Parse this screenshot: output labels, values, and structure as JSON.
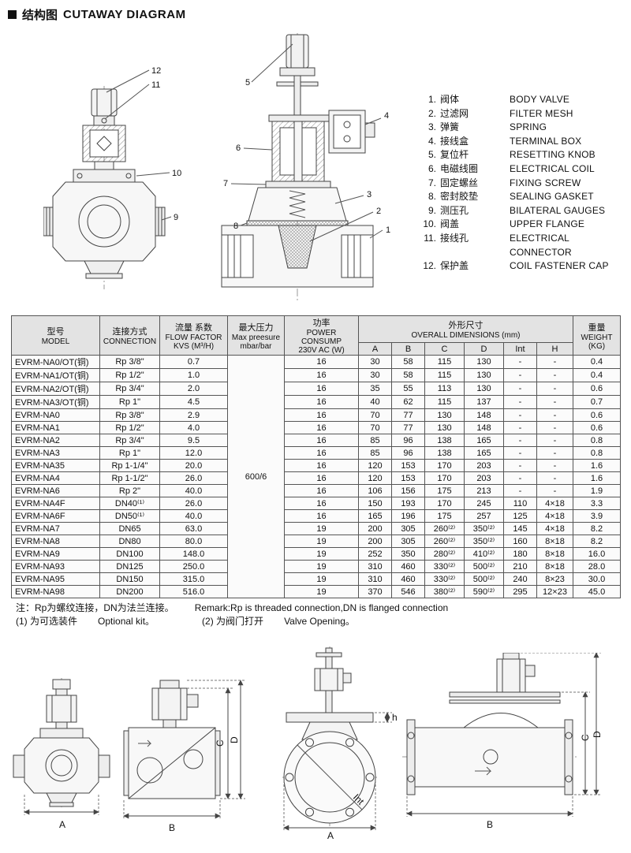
{
  "page": {
    "title_zh": "结构图",
    "title_en": "CUTAWAY DIAGRAM"
  },
  "diagram": {
    "left_callouts": [
      "12",
      "11",
      "10",
      "9"
    ],
    "right_callouts": [
      "5",
      "4",
      "6",
      "7",
      "3",
      "2",
      "8",
      "1"
    ]
  },
  "parts_list": [
    {
      "num": "1.",
      "zh": "阀体",
      "en": "BODY VALVE"
    },
    {
      "num": "2.",
      "zh": "过滤网",
      "en": "FILTER MESH"
    },
    {
      "num": "3.",
      "zh": "弹簧",
      "en": "SPRING"
    },
    {
      "num": "4.",
      "zh": "接线盒",
      "en": "TERMINAL BOX"
    },
    {
      "num": "5.",
      "zh": "复位杆",
      "en": "RESETTING KNOB"
    },
    {
      "num": "6.",
      "zh": "电磁线圈",
      "en": "ELECTRICAL COIL"
    },
    {
      "num": "7.",
      "zh": "固定螺丝",
      "en": "FIXING SCREW"
    },
    {
      "num": "8.",
      "zh": "密封胶垫",
      "en": "SEALING GASKET"
    },
    {
      "num": "9.",
      "zh": "测压孔",
      "en": "BILATERAL GAUGES"
    },
    {
      "num": "10.",
      "zh": "阀盖",
      "en": "UPPER FLANGE"
    },
    {
      "num": "11.",
      "zh": "接线孔",
      "en": "ELECTRICAL CONNECTOR"
    },
    {
      "num": "12.",
      "zh": "保护盖",
      "en": "COIL FASTENER CAP"
    }
  ],
  "table": {
    "header": {
      "model_zh": "型号",
      "model_en": "MODEL",
      "conn_zh": "连接方式",
      "conn_en": "CONNECTION",
      "flow_zh": "流量 系数",
      "flow_en1": "FLOW FACTOR",
      "flow_en2": "KVS (M³/H)",
      "press_zh": "最大压力",
      "press_en1": "Max preesure",
      "press_en2": "mbar/bar",
      "power_zh": "功率",
      "power_en1": "POWER CONSUMP",
      "power_en2": "230V AC (W)",
      "dims_zh": "外形尺寸",
      "dims_en": "OVERALL DIMENSIONS (mm)",
      "dim_cols": [
        "A",
        "B",
        "C",
        "D",
        "Int",
        "H"
      ],
      "weight_zh": "重量",
      "weight_en": "WEIGHT",
      "weight_unit": "(KG)"
    },
    "max_pressure": "600/6",
    "rows": [
      {
        "model": "EVRM-NA0/OT(铜)",
        "conn": "Rp 3/8\"",
        "kvs": "0.7",
        "power": "16",
        "A": "30",
        "B": "58",
        "C": "115",
        "D": "130",
        "Int": "-",
        "H": "-",
        "wt": "0.4"
      },
      {
        "model": "EVRM-NA1/OT(铜)",
        "conn": "Rp 1/2\"",
        "kvs": "1.0",
        "power": "16",
        "A": "30",
        "B": "58",
        "C": "115",
        "D": "130",
        "Int": "-",
        "H": "-",
        "wt": "0.4"
      },
      {
        "model": "EVRM-NA2/OT(铜)",
        "conn": "Rp 3/4\"",
        "kvs": "2.0",
        "power": "16",
        "A": "35",
        "B": "55",
        "C": "113",
        "D": "130",
        "Int": "-",
        "H": "-",
        "wt": "0.6"
      },
      {
        "model": "EVRM-NA3/OT(铜)",
        "conn": "Rp 1\"",
        "kvs": "4.5",
        "power": "16",
        "A": "40",
        "B": "62",
        "C": "115",
        "D": "137",
        "Int": "-",
        "H": "-",
        "wt": "0.7"
      },
      {
        "model": "EVRM-NA0",
        "conn": "Rp 3/8\"",
        "kvs": "2.9",
        "power": "16",
        "A": "70",
        "B": "77",
        "C": "130",
        "D": "148",
        "Int": "-",
        "H": "-",
        "wt": "0.6"
      },
      {
        "model": "EVRM-NA1",
        "conn": "Rp 1/2\"",
        "kvs": "4.0",
        "power": "16",
        "A": "70",
        "B": "77",
        "C": "130",
        "D": "148",
        "Int": "-",
        "H": "-",
        "wt": "0.6"
      },
      {
        "model": "EVRM-NA2",
        "conn": "Rp 3/4\"",
        "kvs": "9.5",
        "power": "16",
        "A": "85",
        "B": "96",
        "C": "138",
        "D": "165",
        "Int": "-",
        "H": "-",
        "wt": "0.8"
      },
      {
        "model": "EVRM-NA3",
        "conn": "Rp 1\"",
        "kvs": "12.0",
        "power": "16",
        "A": "85",
        "B": "96",
        "C": "138",
        "D": "165",
        "Int": "-",
        "H": "-",
        "wt": "0.8"
      },
      {
        "model": "EVRM-NA35",
        "conn": "Rp 1-1/4\"",
        "kvs": "20.0",
        "power": "16",
        "A": "120",
        "B": "153",
        "C": "170",
        "D": "203",
        "Int": "-",
        "H": "-",
        "wt": "1.6"
      },
      {
        "model": "EVRM-NA4",
        "conn": "Rp 1-1/2\"",
        "kvs": "26.0",
        "power": "16",
        "A": "120",
        "B": "153",
        "C": "170",
        "D": "203",
        "Int": "-",
        "H": "-",
        "wt": "1.6"
      },
      {
        "model": "EVRM-NA6",
        "conn": "Rp 2\"",
        "kvs": "40.0",
        "power": "16",
        "A": "106",
        "B": "156",
        "C": "175",
        "D": "213",
        "Int": "-",
        "H": "-",
        "wt": "1.9"
      },
      {
        "model": "EVRM-NA4F",
        "conn": "DN40⁽¹⁾",
        "kvs": "26.0",
        "power": "16",
        "A": "150",
        "B": "193",
        "C": "170",
        "D": "245",
        "Int": "110",
        "H": "4×18",
        "wt": "3.3"
      },
      {
        "model": "EVRM-NA6F",
        "conn": "DN50⁽¹⁾",
        "kvs": "40.0",
        "power": "16",
        "A": "165",
        "B": "196",
        "C": "175",
        "D": "257",
        "Int": "125",
        "H": "4×18",
        "wt": "3.9"
      },
      {
        "model": "EVRM-NA7",
        "conn": "DN65",
        "kvs": "63.0",
        "power": "19",
        "A": "200",
        "B": "305",
        "C": "260⁽²⁾",
        "D": "350⁽²⁾",
        "Int": "145",
        "H": "4×18",
        "wt": "8.2"
      },
      {
        "model": "EVRM-NA8",
        "conn": "DN80",
        "kvs": "80.0",
        "power": "19",
        "A": "200",
        "B": "305",
        "C": "260⁽²⁾",
        "D": "350⁽²⁾",
        "Int": "160",
        "H": "8×18",
        "wt": "8.2"
      },
      {
        "model": "EVRM-NA9",
        "conn": "DN100",
        "kvs": "148.0",
        "power": "19",
        "A": "252",
        "B": "350",
        "C": "280⁽²⁾",
        "D": "410⁽²⁾",
        "Int": "180",
        "H": "8×18",
        "wt": "16.0"
      },
      {
        "model": "EVRM-NA93",
        "conn": "DN125",
        "kvs": "250.0",
        "power": "19",
        "A": "310",
        "B": "460",
        "C": "330⁽²⁾",
        "D": "500⁽²⁾",
        "Int": "210",
        "H": "8×18",
        "wt": "28.0"
      },
      {
        "model": "EVRM-NA95",
        "conn": "DN150",
        "kvs": "315.0",
        "power": "19",
        "A": "310",
        "B": "460",
        "C": "330⁽²⁾",
        "D": "500⁽²⁾",
        "Int": "240",
        "H": "8×23",
        "wt": "30.0"
      },
      {
        "model": "EVRM-NA98",
        "conn": "DN200",
        "kvs": "516.0",
        "power": "19",
        "A": "370",
        "B": "546",
        "C": "380⁽²⁾",
        "D": "590⁽²⁾",
        "Int": "295",
        "H": "12×23",
        "wt": "45.0"
      }
    ]
  },
  "notes": {
    "remark_zh": "注：Rp为螺纹连接，DN为法兰连接。",
    "remark_en": "Remark:Rp is threaded connection,DN is flanged connection",
    "opt1_zh": "(1) 为可选装件",
    "opt1_en": "Optional kit。",
    "opt2_zh": "(2) 为阀门打开",
    "opt2_en": "Valve Opening。"
  },
  "dims": {
    "A": "A",
    "B": "B",
    "C": "C",
    "D": "D",
    "h": "h",
    "int": "Int"
  }
}
